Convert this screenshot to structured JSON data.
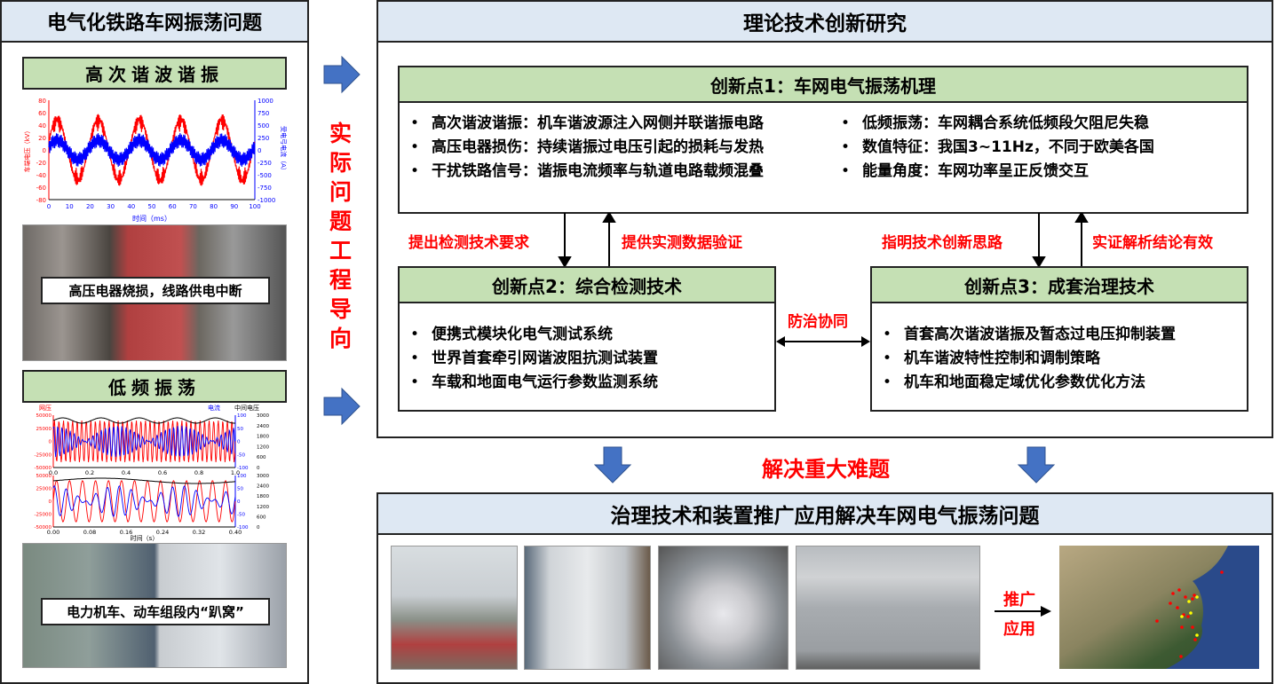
{
  "left": {
    "title": "电气化铁路车网振荡问题",
    "section1": {
      "title": "高次谐波谐振",
      "photo_label": "高压电器烧损，线路供电中断",
      "chart": {
        "type": "line",
        "xlabel": "时间（ms）",
        "ylabel_left": "车端电压（kV）",
        "ylabel_right": "受电弓电流（A）",
        "xticks": [
          "0",
          "10",
          "20",
          "30",
          "40",
          "50",
          "60",
          "70",
          "80",
          "90",
          "100"
        ],
        "yticks_left": [
          "80",
          "60",
          "40",
          "20",
          "0",
          "-20",
          "-40",
          "-60",
          "-80"
        ],
        "yticks_right": [
          "1000",
          "750",
          "500",
          "250",
          "0",
          "-250",
          "-500",
          "-750",
          "-1000"
        ],
        "series": [
          {
            "name": "电压",
            "color": "#ff0000"
          },
          {
            "name": "电流",
            "color": "#0000ff"
          }
        ]
      }
    },
    "section2": {
      "title": "低频振荡",
      "photo_label": "电力机车、动车组段内“趴窝”",
      "chart": {
        "type": "line",
        "xlabel": "时间（s）",
        "top_xticks": [
          "0.0",
          "0.2",
          "0.4",
          "0.6",
          "0.8",
          "1.0"
        ],
        "bottom_xticks": [
          "0.00",
          "0.08",
          "0.16",
          "0.24",
          "0.32",
          "0.40"
        ],
        "yticks_left": [
          "50000",
          "25000",
          "0",
          "-25000",
          "-50000"
        ],
        "yticks_right1": [
          "100",
          "50",
          "0",
          "-50",
          "-100"
        ],
        "yticks_right2": [
          "3000",
          "2400",
          "1800",
          "1200",
          "600",
          "0"
        ],
        "series": [
          {
            "name": "网压",
            "color": "#ff0000"
          },
          {
            "name": "电流",
            "color": "#0000ff"
          },
          {
            "name": "中间电压",
            "color": "#000000"
          }
        ]
      }
    }
  },
  "middle": {
    "vertical_text": "实际问题工程导向"
  },
  "research": {
    "title": "理论技术创新研究",
    "point1": {
      "title": "创新点1：车网电气振荡机理",
      "left_items": [
        "高次谐波谐振：机车谐波源注入网侧并联谐振电路",
        "高压电器损伤：持续谐振过电压引起的损耗与发热",
        "干扰铁路信号：谐振电流频率与轨道电路载频混叠"
      ],
      "right_items": [
        "低频振荡：车网耦合系统低频段欠阻尼失稳",
        "数值特征：我国3~11Hz，不同于欧美各国",
        "能量角度：车网功率呈正反馈交互"
      ]
    },
    "links": [
      "提出检测技术要求",
      "提供实测数据验证",
      "指明技术创新思路",
      "实证解析结论有效"
    ],
    "point2": {
      "title": "创新点2：综合检测技术",
      "items": [
        "便携式模块化电气测试系统",
        "世界首套牵引网谐波阻抗测试装置",
        "车载和地面电气运行参数监测系统"
      ]
    },
    "synergy": "防治协同",
    "point3": {
      "title": "创新点3：成套治理技术",
      "items": [
        "首套高次谐波谐振及暂态过电压抑制装置",
        "机车谐波特性控制和调制策略",
        "机车和地面稳定域优化参数优化方法"
      ]
    }
  },
  "solve_label": "解决重大难题",
  "application": {
    "title": "治理技术和装置推广应用解决车网电气振荡问题",
    "promote_label_1": "推广",
    "promote_label_2": "应用"
  },
  "colors": {
    "band": "#dee8f3",
    "green": "#c5e0b4",
    "arrow_blue": "#4472c4",
    "red": "#ff0000"
  }
}
